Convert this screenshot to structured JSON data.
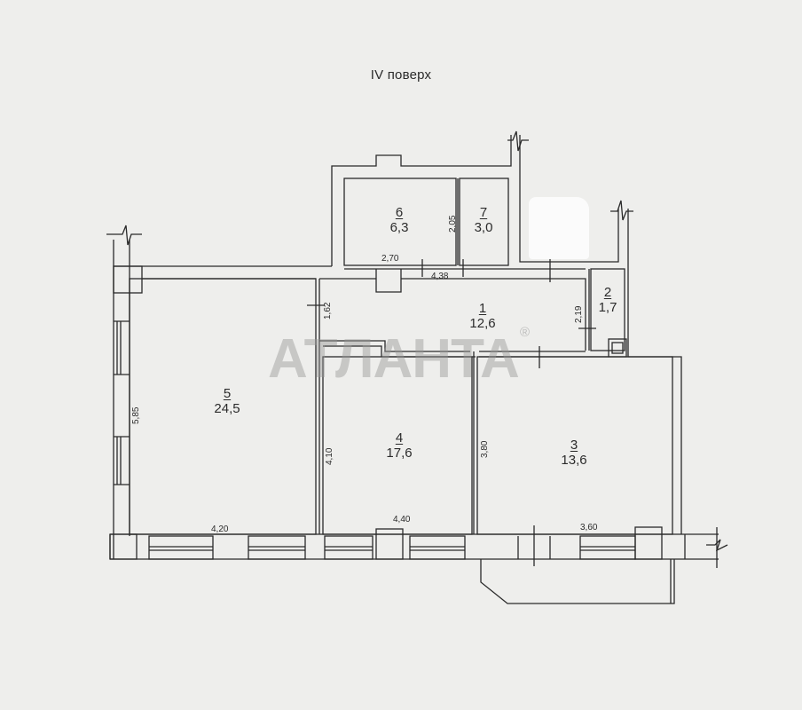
{
  "plan": {
    "title": "IV поверх",
    "rooms": [
      {
        "number": "1",
        "area": "12,6"
      },
      {
        "number": "2",
        "area": "1,7"
      },
      {
        "number": "3",
        "area": "13,6"
      },
      {
        "number": "4",
        "area": "17,6"
      },
      {
        "number": "5",
        "area": "24,5"
      },
      {
        "number": "6",
        "area": "6,3"
      },
      {
        "number": "7",
        "area": "3,0"
      }
    ],
    "dimensions": {
      "room6_width": "2,70",
      "room6_7_height": "2,05",
      "corridor_length": "4,38",
      "corridor_left_height": "1,62",
      "room2_height": "2,19",
      "room5_height": "5,85",
      "room5_width": "4,20",
      "room4_height": "4,10",
      "room4_width": "4,40",
      "room3_height": "3,80",
      "room3_width": "3,60"
    }
  },
  "watermark": {
    "text": "АТЛАНТА",
    "mark": "®",
    "color": "#969696"
  },
  "colors": {
    "background": "#eeeeec",
    "lines": "#2a2a2a"
  }
}
